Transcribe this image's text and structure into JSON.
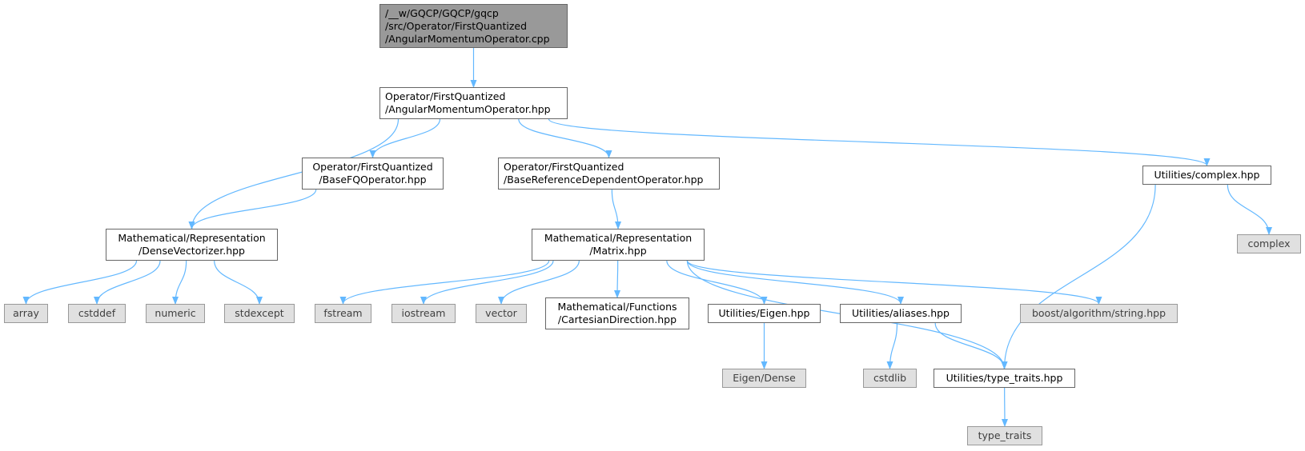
{
  "colors": {
    "edge": "#63b8ff",
    "root_fill": "#999999",
    "project_fill": "#ffffff",
    "system_fill": "#e0e0e0",
    "border": "#666666"
  },
  "nodes": {
    "root": {
      "lines": [
        "/__w/GQCP/GQCP/gqcp",
        "/src/Operator/FirstQuantized",
        "/AngularMomentumOperator.cpp"
      ]
    },
    "angular_hpp": {
      "lines": [
        "Operator/FirstQuantized",
        "/AngularMomentumOperator.hpp"
      ]
    },
    "basefq": {
      "lines": [
        "Operator/FirstQuantized",
        "/BaseFQOperator.hpp"
      ]
    },
    "baseref": {
      "lines": [
        "Operator/FirstQuantized",
        "/BaseReferenceDependentOperator.hpp"
      ]
    },
    "complex_hpp": {
      "lines": [
        "Utilities/complex.hpp"
      ]
    },
    "densevec": {
      "lines": [
        "Mathematical/Representation",
        "/DenseVectorizer.hpp"
      ]
    },
    "matrix": {
      "lines": [
        "Mathematical/Representation",
        "/Matrix.hpp"
      ]
    },
    "complex": {
      "lines": [
        "complex"
      ]
    },
    "array": {
      "lines": [
        "array"
      ]
    },
    "cstddef": {
      "lines": [
        "cstddef"
      ]
    },
    "numeric": {
      "lines": [
        "numeric"
      ]
    },
    "stdexcept": {
      "lines": [
        "stdexcept"
      ]
    },
    "fstream": {
      "lines": [
        "fstream"
      ]
    },
    "iostream": {
      "lines": [
        "iostream"
      ]
    },
    "vector": {
      "lines": [
        "vector"
      ]
    },
    "cartesian": {
      "lines": [
        "Mathematical/Functions",
        "/CartesianDirection.hpp"
      ]
    },
    "eigen_hpp": {
      "lines": [
        "Utilities/Eigen.hpp"
      ]
    },
    "aliases": {
      "lines": [
        "Utilities/aliases.hpp"
      ]
    },
    "boost": {
      "lines": [
        "boost/algorithm/string.hpp"
      ]
    },
    "eigen_dense": {
      "lines": [
        "Eigen/Dense"
      ]
    },
    "cstdlib": {
      "lines": [
        "cstdlib"
      ]
    },
    "type_traits_hpp": {
      "lines": [
        "Utilities/type_traits.hpp"
      ]
    },
    "type_traits": {
      "lines": [
        "type_traits"
      ]
    }
  },
  "edges": [
    [
      "root",
      "angular_hpp"
    ],
    [
      "angular_hpp",
      "densevec"
    ],
    [
      "angular_hpp",
      "basefq"
    ],
    [
      "angular_hpp",
      "baseref"
    ],
    [
      "angular_hpp",
      "complex_hpp"
    ],
    [
      "basefq",
      "densevec"
    ],
    [
      "baseref",
      "matrix"
    ],
    [
      "complex_hpp",
      "complex"
    ],
    [
      "complex_hpp",
      "type_traits_hpp"
    ],
    [
      "densevec",
      "array"
    ],
    [
      "densevec",
      "cstddef"
    ],
    [
      "densevec",
      "numeric"
    ],
    [
      "densevec",
      "stdexcept"
    ],
    [
      "matrix",
      "fstream"
    ],
    [
      "matrix",
      "iostream"
    ],
    [
      "matrix",
      "vector"
    ],
    [
      "matrix",
      "cartesian"
    ],
    [
      "matrix",
      "eigen_hpp"
    ],
    [
      "matrix",
      "aliases"
    ],
    [
      "matrix",
      "boost"
    ],
    [
      "matrix",
      "type_traits_hpp"
    ],
    [
      "eigen_hpp",
      "eigen_dense"
    ],
    [
      "aliases",
      "cstdlib"
    ],
    [
      "aliases",
      "type_traits_hpp"
    ],
    [
      "type_traits_hpp",
      "type_traits"
    ]
  ]
}
